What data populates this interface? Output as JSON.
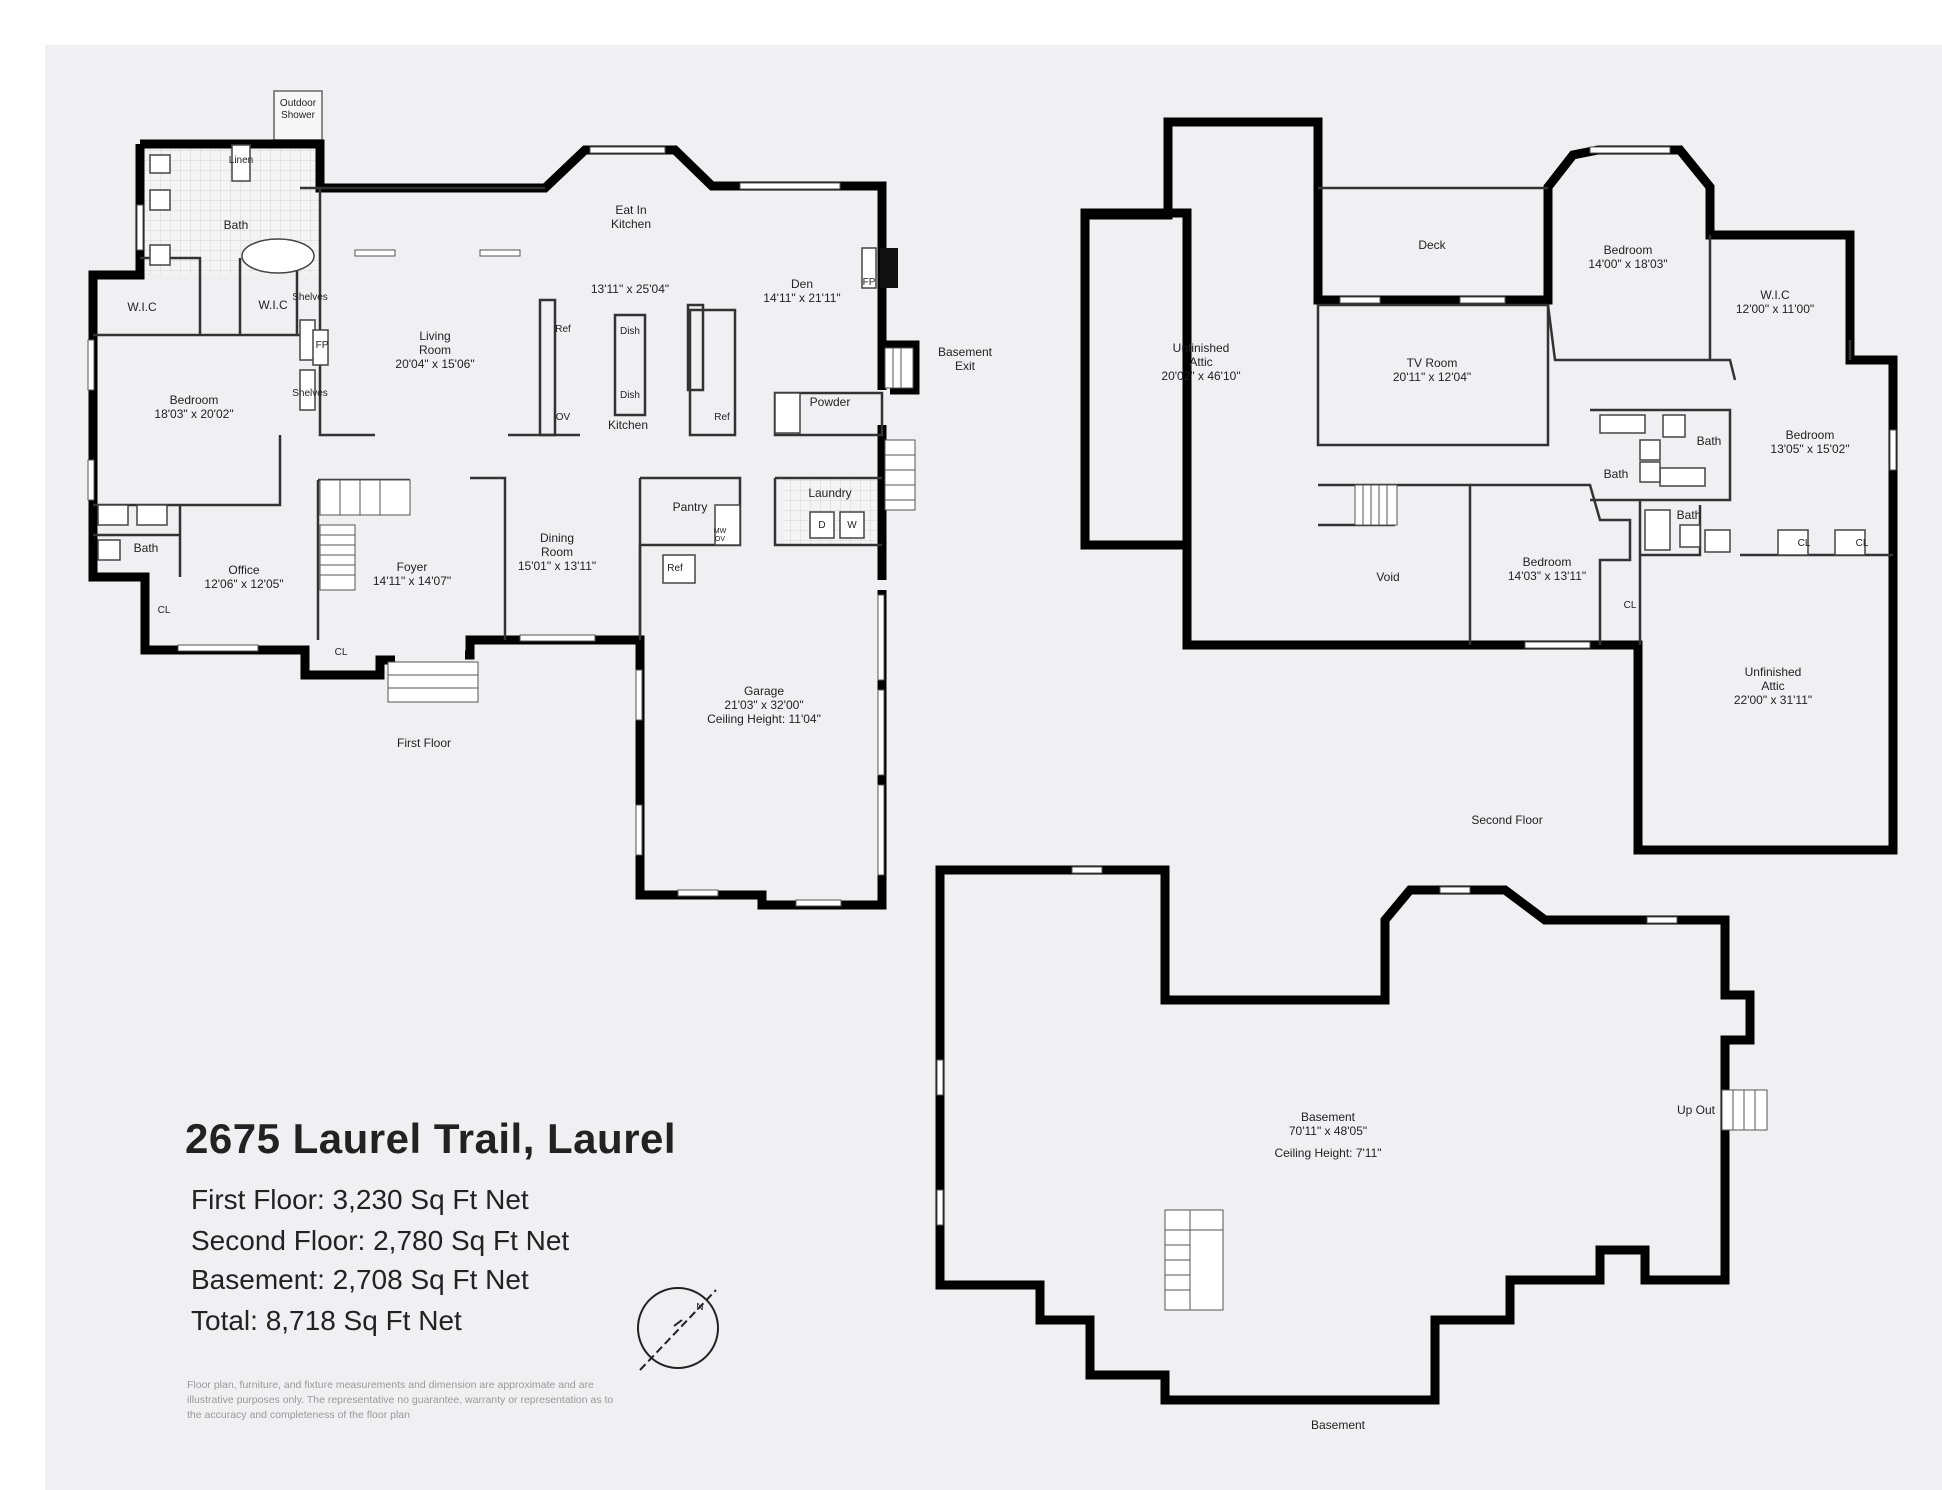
{
  "title": "2675 Laurel Trail, Laurel",
  "stats": [
    "First Floor: 3,230 Sq Ft Net",
    "Second Floor: 2,780 Sq Ft Net",
    "Basement: 2,708 Sq Ft Net",
    "Total: 8,718 Sq Ft Net"
  ],
  "disclaimer": "Floor plan, furniture, and fixture measurements and dimension are approximate and are illustrative purposes only. The representative no guarantee, warranty or representation as to the accuracy and completeness of the floor plan",
  "floor_labels": {
    "first": "First Floor",
    "second": "Second Floor",
    "basement": "Basement"
  },
  "compass": {
    "label": "N"
  },
  "first_floor": {
    "outdoor_shower": "Outdoor\nShower",
    "linen": "Linen",
    "bath_top": "Bath",
    "wic_left": "W.I.C",
    "wic_right": "W.I.C",
    "shelves_a": "Shelves",
    "shelves_b": "Shelves",
    "fp_living": "FP",
    "bedroom": "Bedroom\n18'03\" x 20'02\"",
    "living_room": "Living\nRoom\n20'04\" x 15'06\"",
    "eat_in_kitchen": "Eat In\nKitchen",
    "kitchen_dim": "13'11\" x 25'04\"",
    "kitchen": "Kitchen",
    "ref_a": "Ref",
    "ov": "OV",
    "dish_a": "Dish",
    "dish_b": "Dish",
    "ref_b": "Ref",
    "den": "Den\n14'11\" x 21'11\"",
    "fp_den": "FP",
    "basement_exit": "Basement\nExit",
    "powder": "Powder",
    "laundry": "Laundry",
    "dryer": "D",
    "washer": "W",
    "pantry": "Pantry",
    "mw_ov": "MW\nOV",
    "ref_c": "Ref",
    "bath_bottom": "Bath",
    "office": "Office\n12'06\" x 12'05\"",
    "cl_office": "CL",
    "cl_foyer": "CL",
    "foyer": "Foyer\n14'11\" x 14'07\"",
    "dining_room": "Dining\nRoom\n15'01\" x 13'11\"",
    "garage": "Garage\n21'03\" x 32'00\"\nCeiling Height: 11'04\""
  },
  "second_floor": {
    "unfinished_attic_a": "Unfinished\nAttic\n20'02\" x 46'10\"",
    "deck": "Deck",
    "tv_room": "TV Room\n20'11\" x 12'04\"",
    "bedroom_a": "Bedroom\n14'00\" x 18'03\"",
    "wic": "W.I.C\n12'00\" x 11'00\"",
    "bedroom_b": "Bedroom\n13'05\" x 15'02\"",
    "bath_a": "Bath",
    "bath_b": "Bath",
    "bath_c": "Bath",
    "void": "Void",
    "bedroom_c": "Bedroom\n14'03\" x 13'11\"",
    "cl_a": "CL",
    "cl_b": "CL",
    "cl_c": "CL",
    "unfinished_attic_b": "Unfinished\nAttic\n22'00\" x 31'11\""
  },
  "basement": {
    "basement": "Basement\n70'11\" x 48'05\"",
    "ceiling": "Ceiling Height: 7'11\"",
    "up_out": "Up Out"
  }
}
